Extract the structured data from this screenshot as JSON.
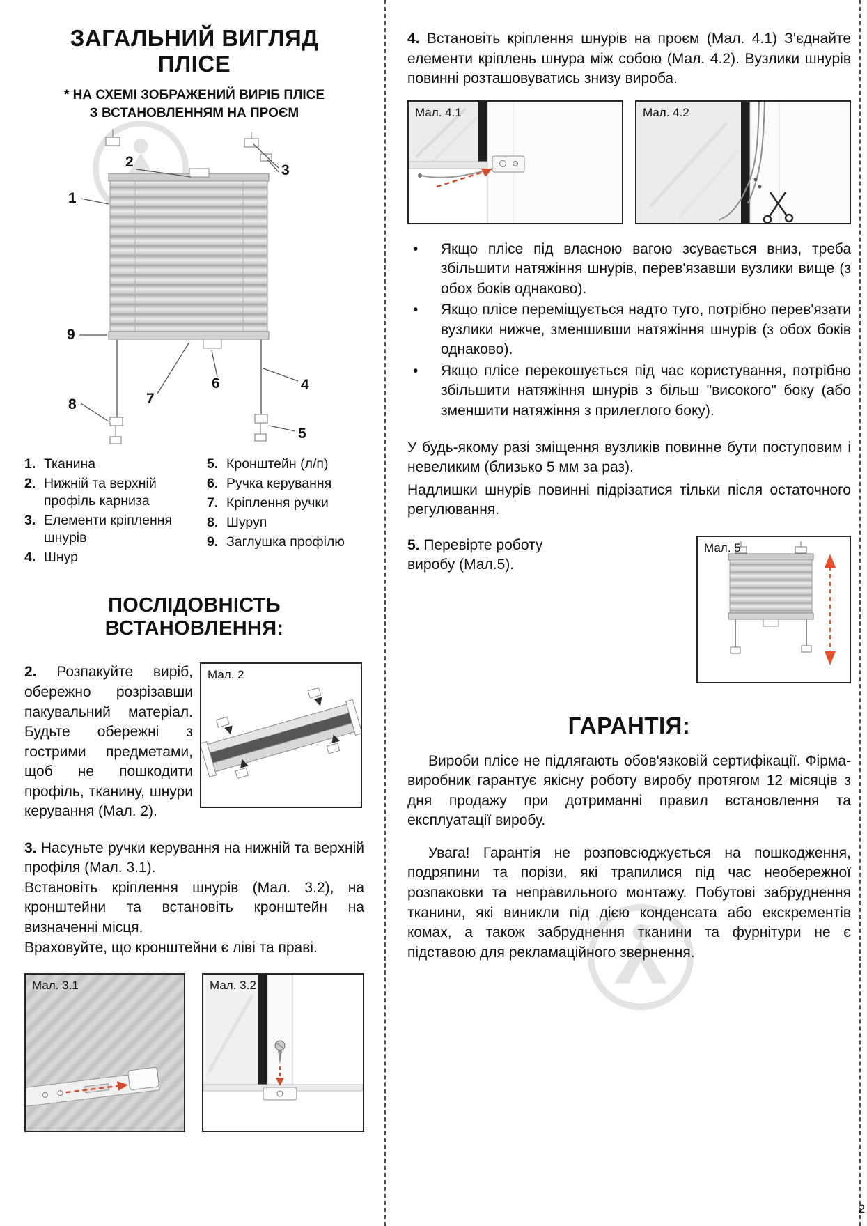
{
  "page": {
    "number": "2"
  },
  "colors": {
    "arrow_red": "#d14b2b",
    "watermark_gray": "#c9c9c9"
  },
  "left": {
    "title_line1": "ЗАГАЛЬНИЙ ВИГЛЯД",
    "title_line2": "ПЛІСЕ",
    "subtitle_line1": "* НА СХЕМІ ЗОБРАЖЕНИЙ ВИРІБ ПЛІСЕ",
    "subtitle_line2": "З ВСТАНОВЛЕННЯМ НА ПРОЄМ",
    "legend_col1": [
      {
        "num": "1.",
        "text": "Тканина"
      },
      {
        "num": "2.",
        "text": "Нижній та верхній профіль карниза"
      },
      {
        "num": "3.",
        "text": "Елементи кріплення шнурів"
      },
      {
        "num": "4.",
        "text": "Шнур"
      }
    ],
    "legend_col2": [
      {
        "num": "5.",
        "text": "Кронштейн (л/п)"
      },
      {
        "num": "6.",
        "text": "Ручка керування"
      },
      {
        "num": "7.",
        "text": "Кріплення ручки"
      },
      {
        "num": "8.",
        "text": "Шуруп"
      },
      {
        "num": "9.",
        "text": "Заглушка профілю"
      }
    ],
    "install_heading": "ПОСЛІДОВНІСТЬ ВСТАНОВЛЕННЯ:",
    "step2": {
      "num": "2.",
      "text": "Розпакуйте виріб, обережно розрізавши пакувальний матеріал. Будьте обережні з гострими предметами, щоб не пошкодити профіль, тканину, шнури керування (Мал. 2)."
    },
    "fig2_label": "Мал. 2",
    "step3": {
      "num": "3.",
      "s1": "Насуньте ручки керування на нижній та верхній профіля (Мал. 3.1).",
      "s2": "Встановіть кріплення шнурів (Мал. 3.2), на кронштейни та встановіть кронштейн на визначенні місця.",
      "s3": "Враховуйте, що кронштейни є ліві та праві."
    },
    "fig31_label": "Мал. 3.1",
    "fig32_label": "Мал. 3.2"
  },
  "right": {
    "step4": {
      "num": "4.",
      "text": "Встановіть кріплення шнурів на проєм (Мал. 4.1) З'єднайте елементи кріплень шнура між собою (Мал. 4.2). Вузлики шнурів повинні розташовуватись знизу вироба."
    },
    "fig41_label": "Мал. 4.1",
    "fig42_label": "Мал. 4.2",
    "bullet_char": "•",
    "bullets": [
      "Якщо плісе під власною вагою зсувається вниз, треба збільшити натяжіння шнурів, перев'язавши вузлики вище (з обох боків однаково).",
      "Якщо плісе переміщується надто туго, потрібно перев'язати вузлики нижче, зменшивши натяжіння шнурів (з обох боків однаково).",
      "Якщо плісе перекошується під час користування, потрібно збільшити натяжіння шнурів з більш \"високого\" боку (або зменшити натяжіння з прилеглого боку)."
    ],
    "notes": [
      "У будь-якому разі зміщення вузликів повинне бути поступовим і невеликим (близько 5 мм за раз).",
      "Надлишки шнурів повинні підрізатися тільки після остаточного регулювання."
    ],
    "step5": {
      "num": "5.",
      "text": "Перевірте роботу виробу (Мал.5)."
    },
    "fig5_label": "Мал. 5",
    "warranty": {
      "title": "ГАРАНТІЯ:",
      "p1": "Вироби плісе не підлягають обов'язковій сертифікації. Фірма-виробник гарантує якісну роботу виробу протягом 12 місяців з дня продажу при дотриманні правил встановлення та експлуатації виробу.",
      "p2": "Увага! Гарантія не розповсюджується на пошкодження, подряпини та порізи, які трапилися під час необережної розпаковки та неправильного монтажу. Побутові забруднення тканини, які виникли під дією конденсата або екскрементів комах, а також забруднення тканини та фурнітури не є підставою для рекламаційного звернення."
    }
  },
  "diagram": {
    "parts": [
      "1",
      "2",
      "3",
      "4",
      "5",
      "6",
      "7",
      "8",
      "9"
    ]
  }
}
